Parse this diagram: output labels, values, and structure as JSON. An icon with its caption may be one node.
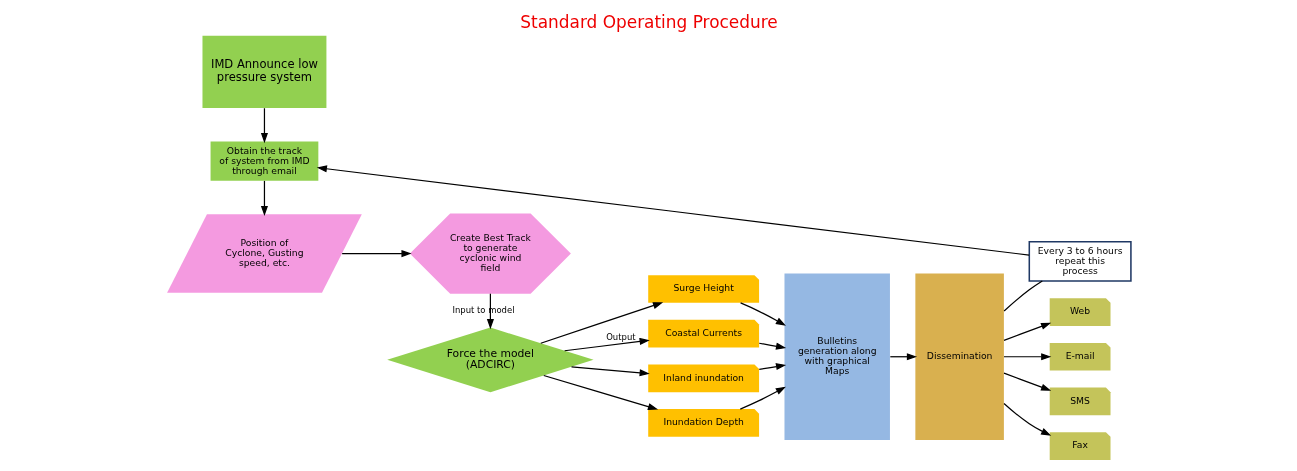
{
  "diagram": {
    "title": "Standard Operating Procedure",
    "nodes": [
      {
        "text": [
          "IMD Announce low pressure system"
        ]
      },
      {
        "text": [
          "Obtain the track of system from IMD through email"
        ]
      },
      {
        "text": [
          "Position of Cyclone, Gusting speed, etc."
        ]
      },
      {
        "text": [
          "Create Best Track to generate cyclonic wind field"
        ]
      },
      {
        "text": [
          "Force the model (ADCIRC)"
        ]
      },
      {
        "text": [
          "Surge Height"
        ]
      },
      {
        "text": [
          "Coastal Currents"
        ]
      },
      {
        "text": [
          "Inland inundation"
        ]
      },
      {
        "text": [
          "Inundation Depth"
        ]
      },
      {
        "text": [
          "Bulletins generation along with graphical Maps"
        ]
      },
      {
        "text": [
          "Dissemination"
        ]
      },
      {
        "text": [
          "Web"
        ]
      },
      {
        "text": [
          "E-mail"
        ]
      },
      {
        "text": [
          "SMS"
        ]
      },
      {
        "text": [
          "Fax"
        ]
      },
      {
        "text": [
          "Every 3 to 6 hours repeat this process"
        ]
      }
    ],
    "edges": [
      {
        "from": 0,
        "to": 1,
        "arrow": "to"
      },
      {
        "from": 1,
        "to": 2,
        "arrow": "to"
      },
      {
        "from": 2,
        "to": 3,
        "arrow": "to"
      },
      {
        "from": 3,
        "to": 4,
        "arrow": "to",
        "label": "Input to model"
      },
      {
        "from": 4,
        "to": 5,
        "arrow": "to"
      },
      {
        "from": 4,
        "to": 6,
        "arrow": "to",
        "label": "Output"
      },
      {
        "from": 4,
        "to": 7,
        "arrow": "to"
      },
      {
        "from": 4,
        "to": 8,
        "arrow": "to"
      },
      {
        "from": 5,
        "to": 9,
        "arrow": "to"
      },
      {
        "from": 6,
        "to": 9,
        "arrow": "to"
      },
      {
        "from": 7,
        "to": 9,
        "arrow": "to"
      },
      {
        "from": 8,
        "to": 9,
        "arrow": "to"
      },
      {
        "from": 9,
        "to": 10,
        "arrow": "to"
      },
      {
        "from": 10,
        "to": 11,
        "arrow": "to"
      },
      {
        "from": 10,
        "to": 12,
        "arrow": "to"
      },
      {
        "from": 10,
        "to": 13,
        "arrow": "to"
      },
      {
        "from": 10,
        "to": 14,
        "arrow": "to"
      },
      {
        "from": 10,
        "to": 15,
        "arrow": "none"
      },
      {
        "from": 15,
        "to": 1,
        "arrow": "to"
      }
    ]
  }
}
